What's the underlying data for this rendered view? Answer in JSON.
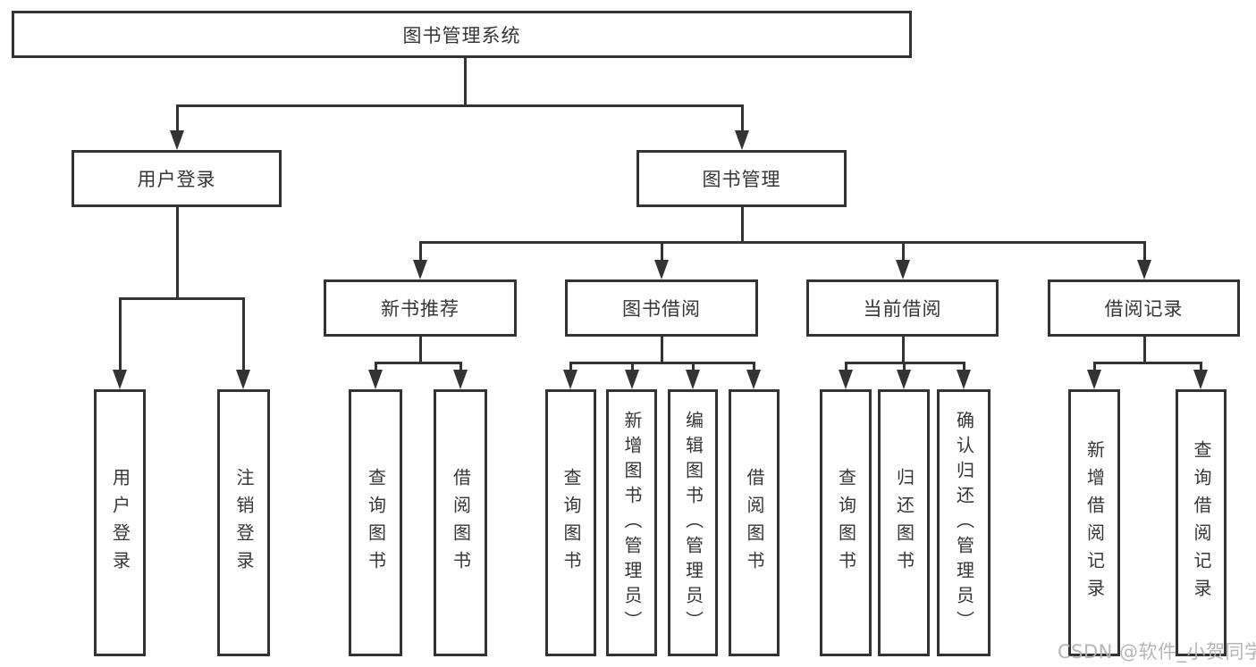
{
  "diagram": {
    "type": "hierarchy-tree",
    "colors": {
      "line": "#333333",
      "box_background": "#ffffff",
      "text": "#363636",
      "watermark": "#b2b2b2"
    },
    "icons": {
      "arrow": "filled-triangle-down"
    },
    "watermark": "CSDN @软件_小贺同学",
    "root": {
      "label": "图书管理系统"
    },
    "branches": [
      {
        "label": "用户登录",
        "children": [
          {
            "label": "用户登录"
          },
          {
            "label": "注销登录"
          }
        ]
      },
      {
        "label": "图书管理",
        "children": [
          {
            "label": "新书推荐",
            "children": [
              {
                "label": "查询图书"
              },
              {
                "label": "借阅图书"
              }
            ]
          },
          {
            "label": "图书借阅",
            "children": [
              {
                "label": "查询图书"
              },
              {
                "label": "新增图书（管理员）"
              },
              {
                "label": "编辑图书（管理员）"
              },
              {
                "label": "借阅图书"
              }
            ]
          },
          {
            "label": "当前借阅",
            "children": [
              {
                "label": "查询图书"
              },
              {
                "label": "归还图书"
              },
              {
                "label": "确认归还（管理员）"
              }
            ]
          },
          {
            "label": "借阅记录",
            "children": [
              {
                "label": "新增借阅记录"
              },
              {
                "label": "查询借阅记录"
              }
            ]
          }
        ]
      }
    ]
  }
}
